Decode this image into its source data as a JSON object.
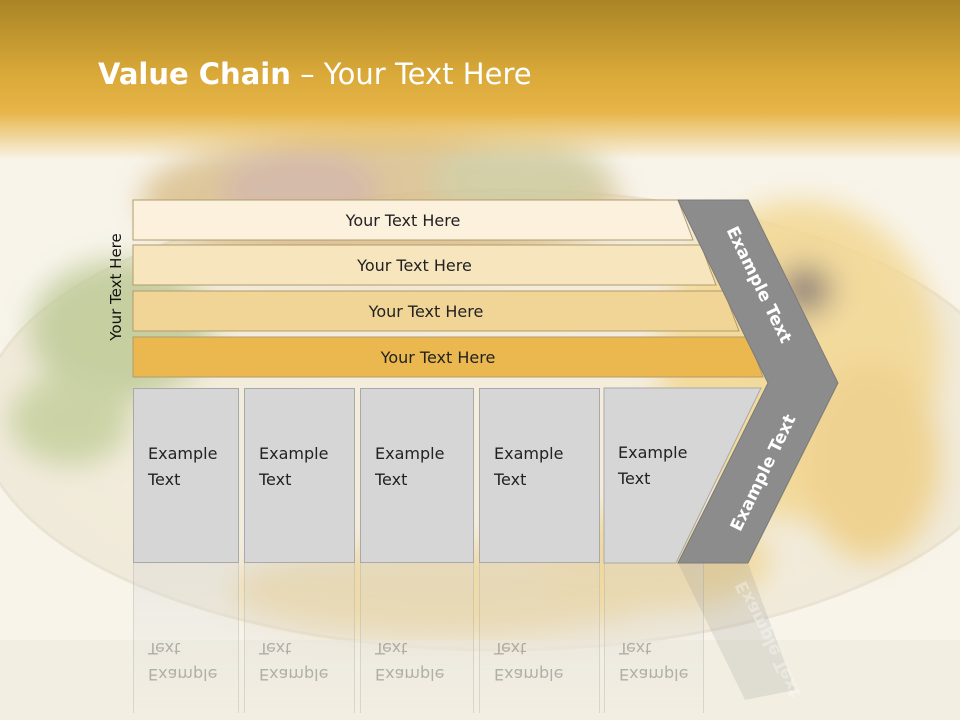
{
  "slide": {
    "title_bold": "Value Chain",
    "title_rest": " – Your Text Here",
    "side_label": "Your Text Here"
  },
  "bars": [
    {
      "label": "Your Text Here",
      "color": "#fbf1dd"
    },
    {
      "label": "Your Text Here",
      "color": "#f7e5bd"
    },
    {
      "label": "Your Text Here",
      "color": "#f1d596"
    },
    {
      "label": "Your Text Here",
      "color": "#ebb84f"
    }
  ],
  "boxes": [
    {
      "label": "Example Text"
    },
    {
      "label": "Example Text"
    },
    {
      "label": "Example Text"
    },
    {
      "label": "Example Text"
    },
    {
      "label": "Example Text"
    }
  ],
  "chevron": {
    "upper_label": "Example Text",
    "lower_label": "Example Text",
    "color": "#8c8c8c"
  },
  "colors": {
    "header": "#d8a838",
    "box_fill": "#d6d6d6"
  }
}
